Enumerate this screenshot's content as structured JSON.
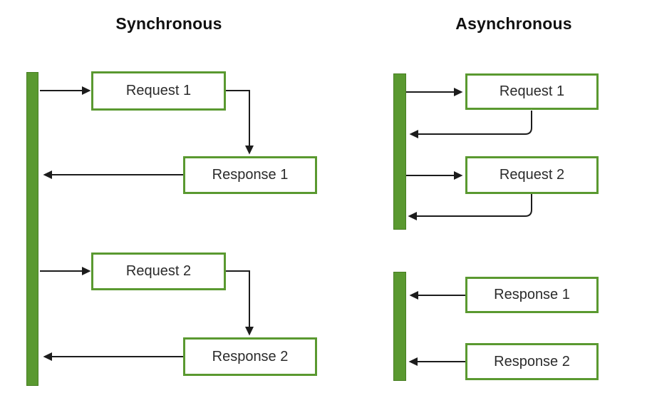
{
  "titles": {
    "sync": "Synchronous",
    "async": "Asynchronous"
  },
  "sync": {
    "boxes": {
      "request1": "Request 1",
      "response1": "Response 1",
      "request2": "Request 2",
      "response2": "Response 2"
    }
  },
  "async": {
    "boxes": {
      "request1": "Request 1",
      "request2": "Request 2",
      "response1": "Response 1",
      "response2": "Response 2"
    }
  },
  "colors": {
    "background": "#ffffff",
    "shape_green": "#5a9930",
    "shape_green_dark": "#477e22",
    "box_fill": "#ffffff",
    "connector": "#1c1c1c",
    "text": "#2b2b2b",
    "title_text": "#111111"
  }
}
